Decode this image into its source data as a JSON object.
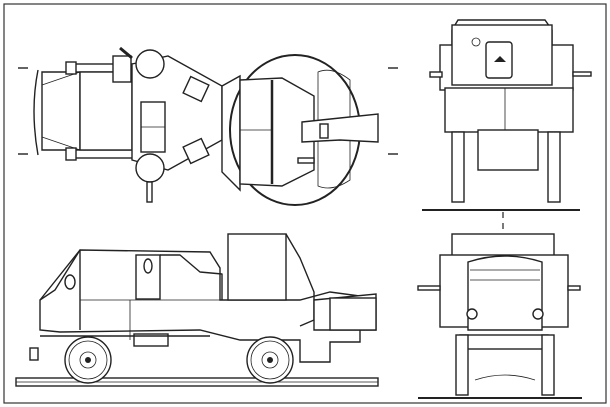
{
  "colors": {
    "line": "#222222",
    "paper": "#ffffff"
  },
  "views": {
    "top": "top-view",
    "side": "side-view",
    "front": "front-view",
    "rear": "rear-view"
  }
}
